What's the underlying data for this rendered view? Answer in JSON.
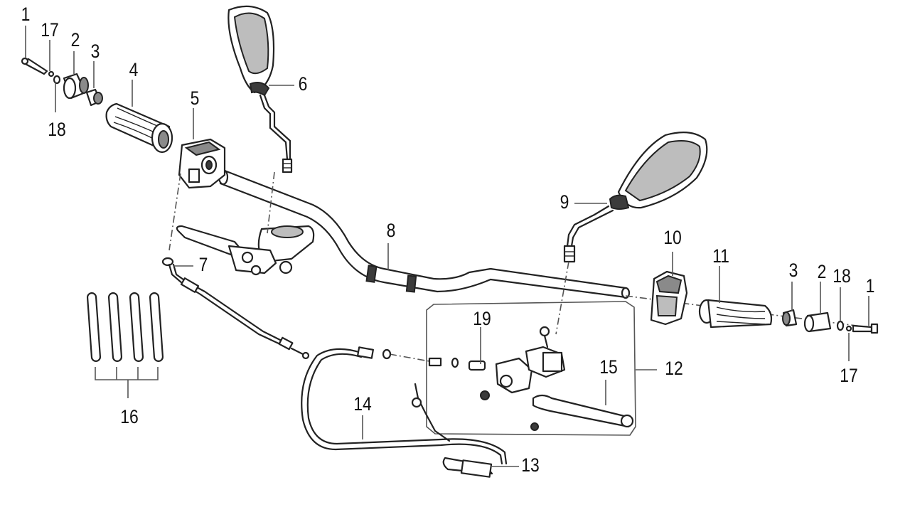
{
  "callouts": [
    {
      "id": "c1a",
      "text": "1"
    },
    {
      "id": "c17a",
      "text": "17"
    },
    {
      "id": "c2a",
      "text": "2"
    },
    {
      "id": "c3a",
      "text": "3"
    },
    {
      "id": "c4",
      "text": "4"
    },
    {
      "id": "c18a",
      "text": "18"
    },
    {
      "id": "c5",
      "text": "5"
    },
    {
      "id": "c6",
      "text": "6"
    },
    {
      "id": "c7",
      "text": "7"
    },
    {
      "id": "c8",
      "text": "8"
    },
    {
      "id": "c9",
      "text": "9"
    },
    {
      "id": "c10",
      "text": "10"
    },
    {
      "id": "c11",
      "text": "11"
    },
    {
      "id": "c3b",
      "text": "3"
    },
    {
      "id": "c2b",
      "text": "2"
    },
    {
      "id": "c18b",
      "text": "18"
    },
    {
      "id": "c1b",
      "text": "1"
    },
    {
      "id": "c17b",
      "text": "17"
    },
    {
      "id": "c12",
      "text": "12"
    },
    {
      "id": "c19",
      "text": "19"
    },
    {
      "id": "c15",
      "text": "15"
    },
    {
      "id": "c14",
      "text": "14"
    },
    {
      "id": "c16",
      "text": "16"
    },
    {
      "id": "c13",
      "text": "13"
    }
  ]
}
